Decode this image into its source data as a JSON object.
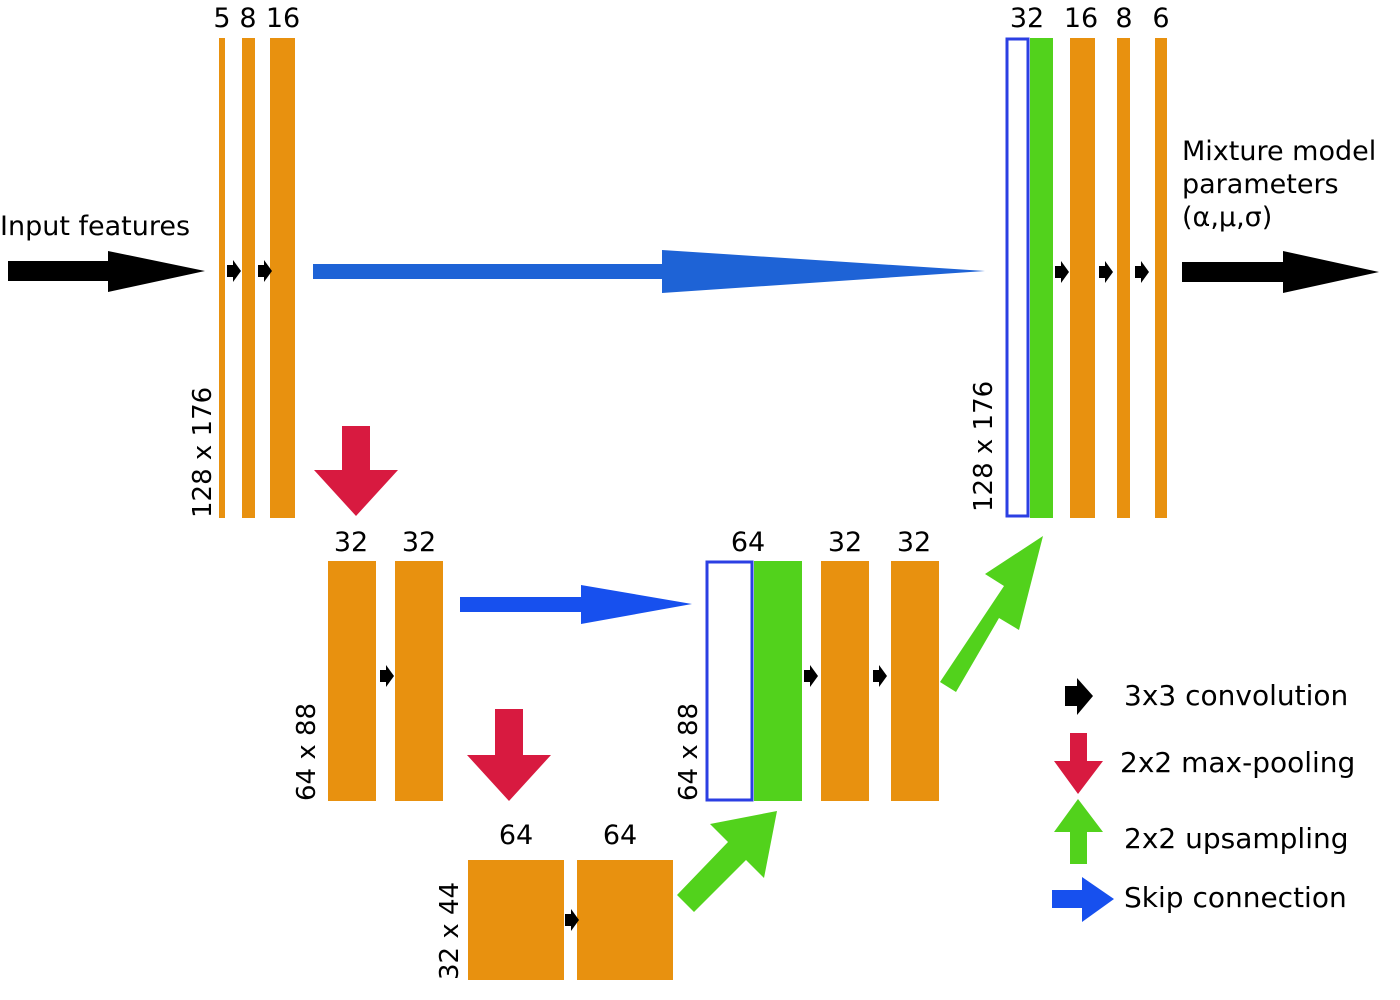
{
  "colors": {
    "conv_block": "#E8910F",
    "upsample_block": "#52D21C",
    "skip_block_border": "#2B3FE3",
    "skip_arrow_top": "#1E63D6",
    "skip_arrow_mid": "#1750EE",
    "maxpool_arrow": "#D81A40",
    "conv_arrow": "#000000",
    "io_arrow": "#000000"
  },
  "io": {
    "input_label": "Input features",
    "output_label_lines": [
      "Mixture model",
      "parameters",
      "(α,μ,σ)"
    ]
  },
  "encoder_top": {
    "channels": [
      "5",
      "8",
      "16"
    ],
    "size": "128 x 176"
  },
  "encoder_mid": {
    "channels": [
      "32",
      "32"
    ],
    "size": "64 x 88"
  },
  "bottleneck": {
    "channels": [
      "64",
      "64"
    ],
    "size": "32 x 44"
  },
  "decoder_mid": {
    "channels": [
      "64",
      "32",
      "32"
    ],
    "size": "64 x 88"
  },
  "decoder_top": {
    "channels": [
      "32",
      "16",
      "8",
      "6"
    ],
    "size": "128 x 176"
  },
  "legend": {
    "convolution": "3x3 convolution",
    "maxpool": "2x2 max-pooling",
    "upsample": "2x2 upsampling",
    "skip": "Skip connection",
    "icons": [
      "conv-arrow-icon",
      "maxpool-arrow-icon",
      "upsample-arrow-icon",
      "skip-arrow-icon"
    ]
  }
}
